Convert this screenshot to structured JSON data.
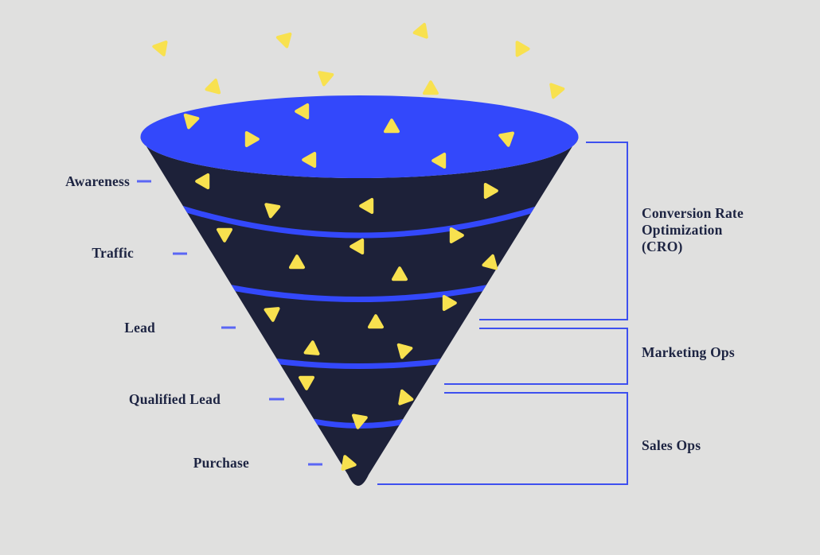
{
  "diagram": {
    "type": "marketing-funnel",
    "funnel": {
      "stages": [
        {
          "label": "Awareness"
        },
        {
          "label": "Traffic"
        },
        {
          "label": "Lead"
        },
        {
          "label": "Qualified Lead"
        },
        {
          "label": "Purchase"
        }
      ]
    },
    "annotations": [
      {
        "label": "Conversion Rate Optimization (CRO)"
      },
      {
        "label": "Marketing Ops"
      },
      {
        "label": "Sales Ops"
      }
    ],
    "icons": {
      "particle": "triangle-icon"
    },
    "colors": {
      "background": "#e0e0df",
      "funnel_body": "#1d2139",
      "funnel_top": "#3348fb",
      "stripe": "#3348fb",
      "bracket": "#3e50ef",
      "dash": "#5a66f4",
      "particle": "#f8e14f",
      "text": "#1d2442"
    }
  }
}
